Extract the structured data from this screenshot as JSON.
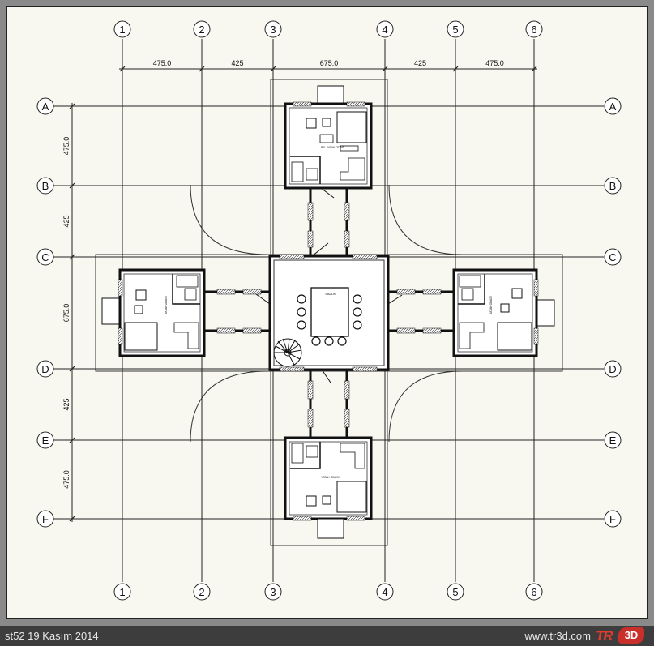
{
  "axes": {
    "columns": [
      {
        "label": "1"
      },
      {
        "label": "2"
      },
      {
        "label": "3"
      },
      {
        "label": "4"
      },
      {
        "label": "5"
      },
      {
        "label": "6"
      }
    ],
    "rows": [
      {
        "label": "A"
      },
      {
        "label": "B"
      },
      {
        "label": "C"
      },
      {
        "label": "D"
      },
      {
        "label": "E"
      },
      {
        "label": "F"
      }
    ]
  },
  "dimensions": {
    "horizontal": [
      "475.0",
      "425",
      "675.0",
      "425",
      "475.0"
    ],
    "vertical": [
      "475.0",
      "425",
      "675.0",
      "425",
      "475.0"
    ]
  },
  "room_labels": {
    "central": "SALON",
    "north": "BR. YATAK ODASI",
    "south": "YATAK ODASI",
    "west": "YATAK ODASI",
    "east": "YATAK ODASI"
  },
  "footer": {
    "caption": "st52 19 Kasım 2014",
    "website": "www.tr3d.com",
    "logo_left": "TR",
    "logo_right": "3D"
  },
  "colors": {
    "line": "#222222",
    "wall": "#1a1a1a",
    "paper": "#f8f8f1",
    "logo_red": "#c9302c"
  }
}
